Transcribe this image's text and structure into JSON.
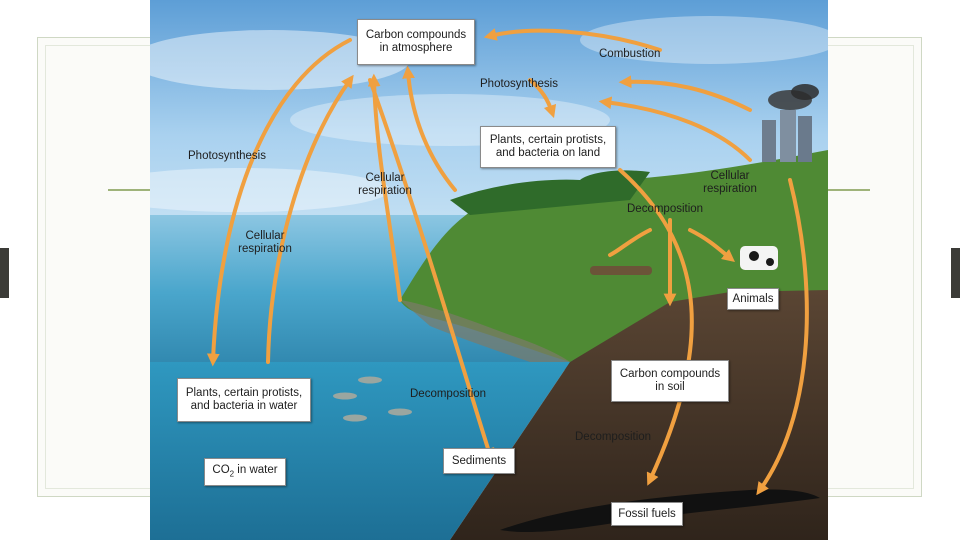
{
  "boxes": {
    "atmosphere": "Carbon compounds\nin atmosphere",
    "plants_land": "Plants, certain protists,\nand bacteria on land",
    "animals": "Animals",
    "soil": "Carbon compounds\nin soil",
    "plants_water": "Plants, certain protists,\nand bacteria in water",
    "co2_prefix": "CO",
    "co2_sub": "2",
    "co2_suffix": " in water",
    "sediments": "Sediments",
    "fossil": "Fossil fuels"
  },
  "processes": {
    "combustion": "Combustion",
    "photosynthesis_top": "Photosynthesis",
    "photosynthesis_left": "Photosynthesis",
    "cellular_resp_mid": "Cellular\nrespiration",
    "cellular_resp_left": "Cellular\nrespiration",
    "cellular_resp_right": "Cellular\nrespiration",
    "decomposition_land": "Decomposition",
    "decomposition_water": "Decomposition",
    "decomposition_soil": "Decomposition"
  },
  "colors": {
    "arrow": "#f0a040",
    "sky": "#8fc0e6",
    "sea": "#3f9fc2",
    "soil": "#4a3a2c",
    "grass": "#4f8a34"
  }
}
